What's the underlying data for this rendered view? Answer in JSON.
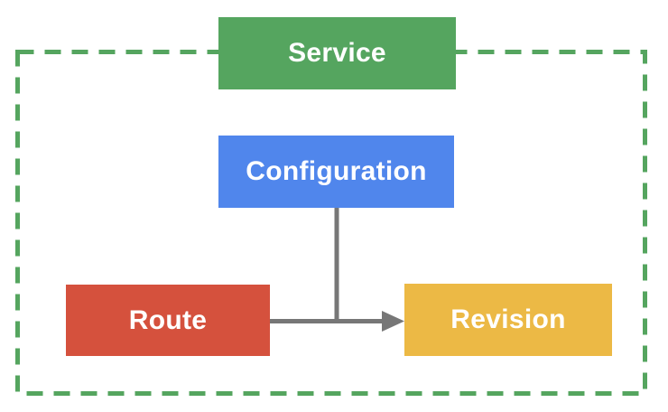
{
  "diagram": {
    "type": "flow-diagram",
    "boundary": {
      "style": "dashed",
      "color": "#55A55F"
    },
    "connector": {
      "color": "#777777"
    },
    "nodes": {
      "service": {
        "label": "Service",
        "color": "#55A55F",
        "text_color": "#FFFFFF"
      },
      "configuration": {
        "label": "Configuration",
        "color": "#5086EC",
        "text_color": "#FFFFFF"
      },
      "route": {
        "label": "Route",
        "color": "#D5513D",
        "text_color": "#FFFFFF"
      },
      "revision": {
        "label": "Revision",
        "color": "#ECB945",
        "text_color": "#FFFFFF"
      }
    },
    "edges": [
      {
        "from": "configuration",
        "to": "revision",
        "style": "arrow"
      },
      {
        "from": "route",
        "to": "revision",
        "style": "arrow"
      }
    ]
  }
}
